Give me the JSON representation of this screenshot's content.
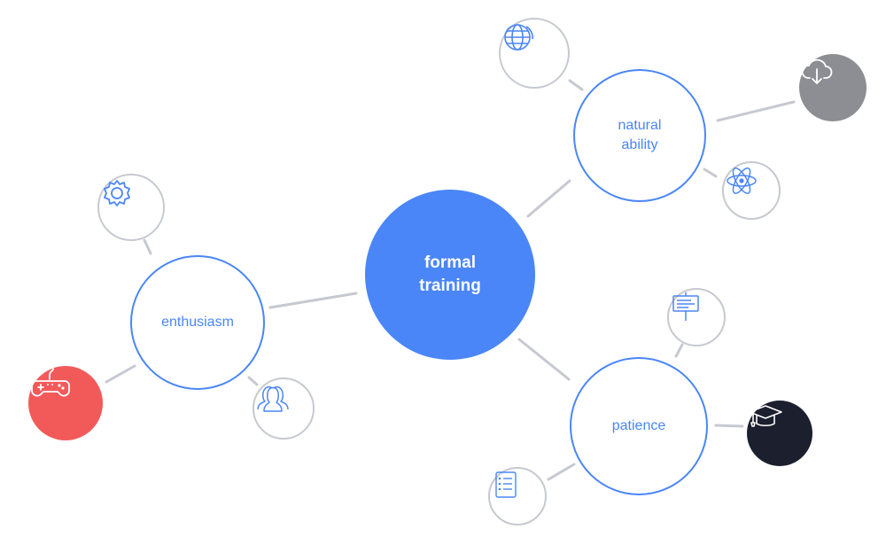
{
  "center": {
    "label": "formal\ntraining"
  },
  "branches": {
    "natural_ability": {
      "label": "natural\nability"
    },
    "enthusiasm": {
      "label": "enthusiasm"
    },
    "patience": {
      "label": "patience"
    }
  },
  "icons": {
    "globe": "globe-icon",
    "cloud_download": "cloud-download-icon",
    "atom": "atom-icon",
    "gear": "gear-icon",
    "gamepad": "gamepad-icon",
    "users": "users-icon",
    "signboard": "signboard-icon",
    "graduation_cap": "graduation-cap-icon",
    "checklist": "checklist-icon"
  },
  "colors": {
    "primary_blue": "#4a86f7",
    "connector_gray": "#c7c9d1",
    "icon_gray": "#9aa0ad",
    "accent_red": "#f25a5a",
    "accent_gray": "#8d8e93",
    "accent_navy": "#1b1f2e"
  }
}
